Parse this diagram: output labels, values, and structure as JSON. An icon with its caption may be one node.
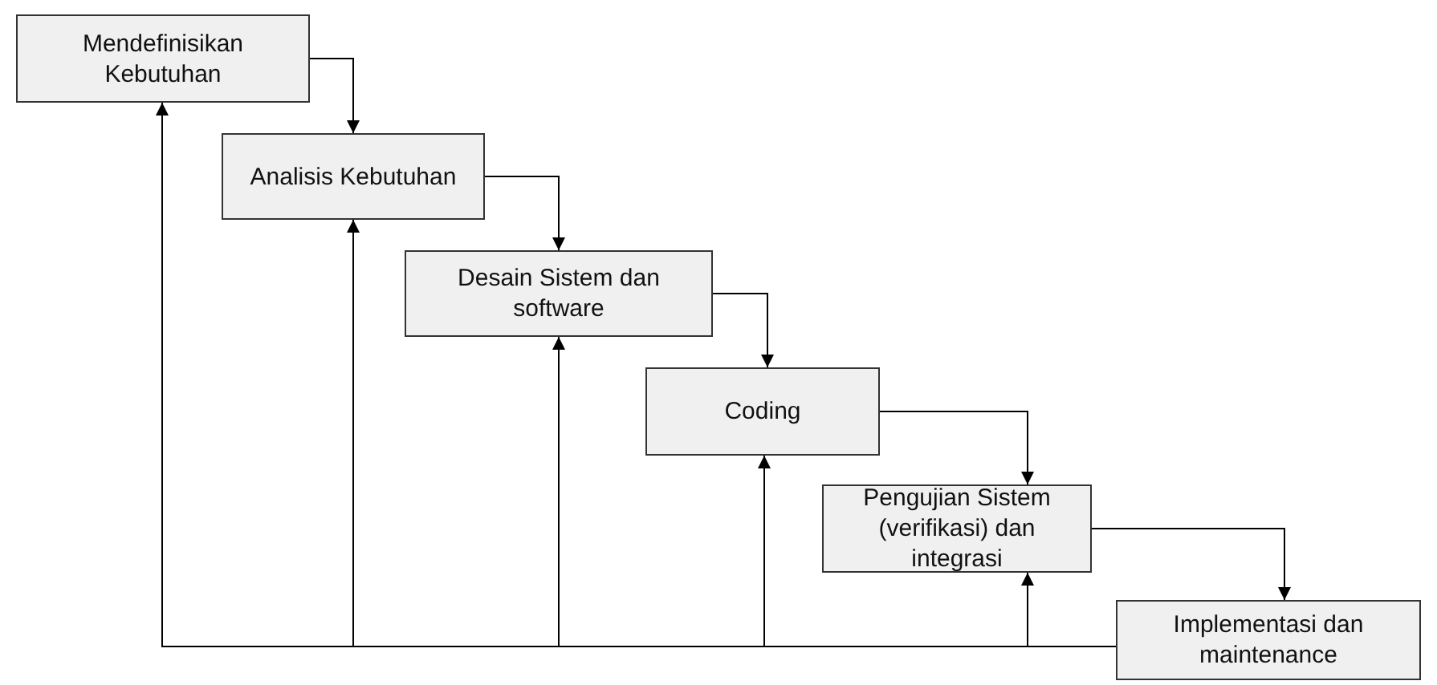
{
  "diagram": {
    "nodes": [
      {
        "text": [
          "Mendefinisikan Kebutuhan"
        ]
      },
      {
        "text": [
          "Analisis Kebutuhan"
        ]
      },
      {
        "text": [
          "Desain Sistem dan software"
        ]
      },
      {
        "text": [
          "Coding"
        ]
      },
      {
        "text": [
          "Pengujian Sistem (verifikasi) dan integrasi"
        ]
      },
      {
        "text": [
          "Implementasi dan maintenance"
        ]
      }
    ],
    "edges": [
      {
        "from": 0,
        "to": 1,
        "arrow": "to"
      },
      {
        "from": 1,
        "to": 2,
        "arrow": "to"
      },
      {
        "from": 2,
        "to": 3,
        "arrow": "to"
      },
      {
        "from": 3,
        "to": 4,
        "arrow": "to"
      },
      {
        "from": 4,
        "to": 5,
        "arrow": "to"
      },
      {
        "from": 5,
        "to": 0,
        "arrow": "to"
      },
      {
        "from": 5,
        "to": 1,
        "arrow": "to"
      },
      {
        "from": 5,
        "to": 2,
        "arrow": "to"
      },
      {
        "from": 5,
        "to": 3,
        "arrow": "to"
      },
      {
        "from": 5,
        "to": 4,
        "arrow": "to"
      }
    ]
  }
}
